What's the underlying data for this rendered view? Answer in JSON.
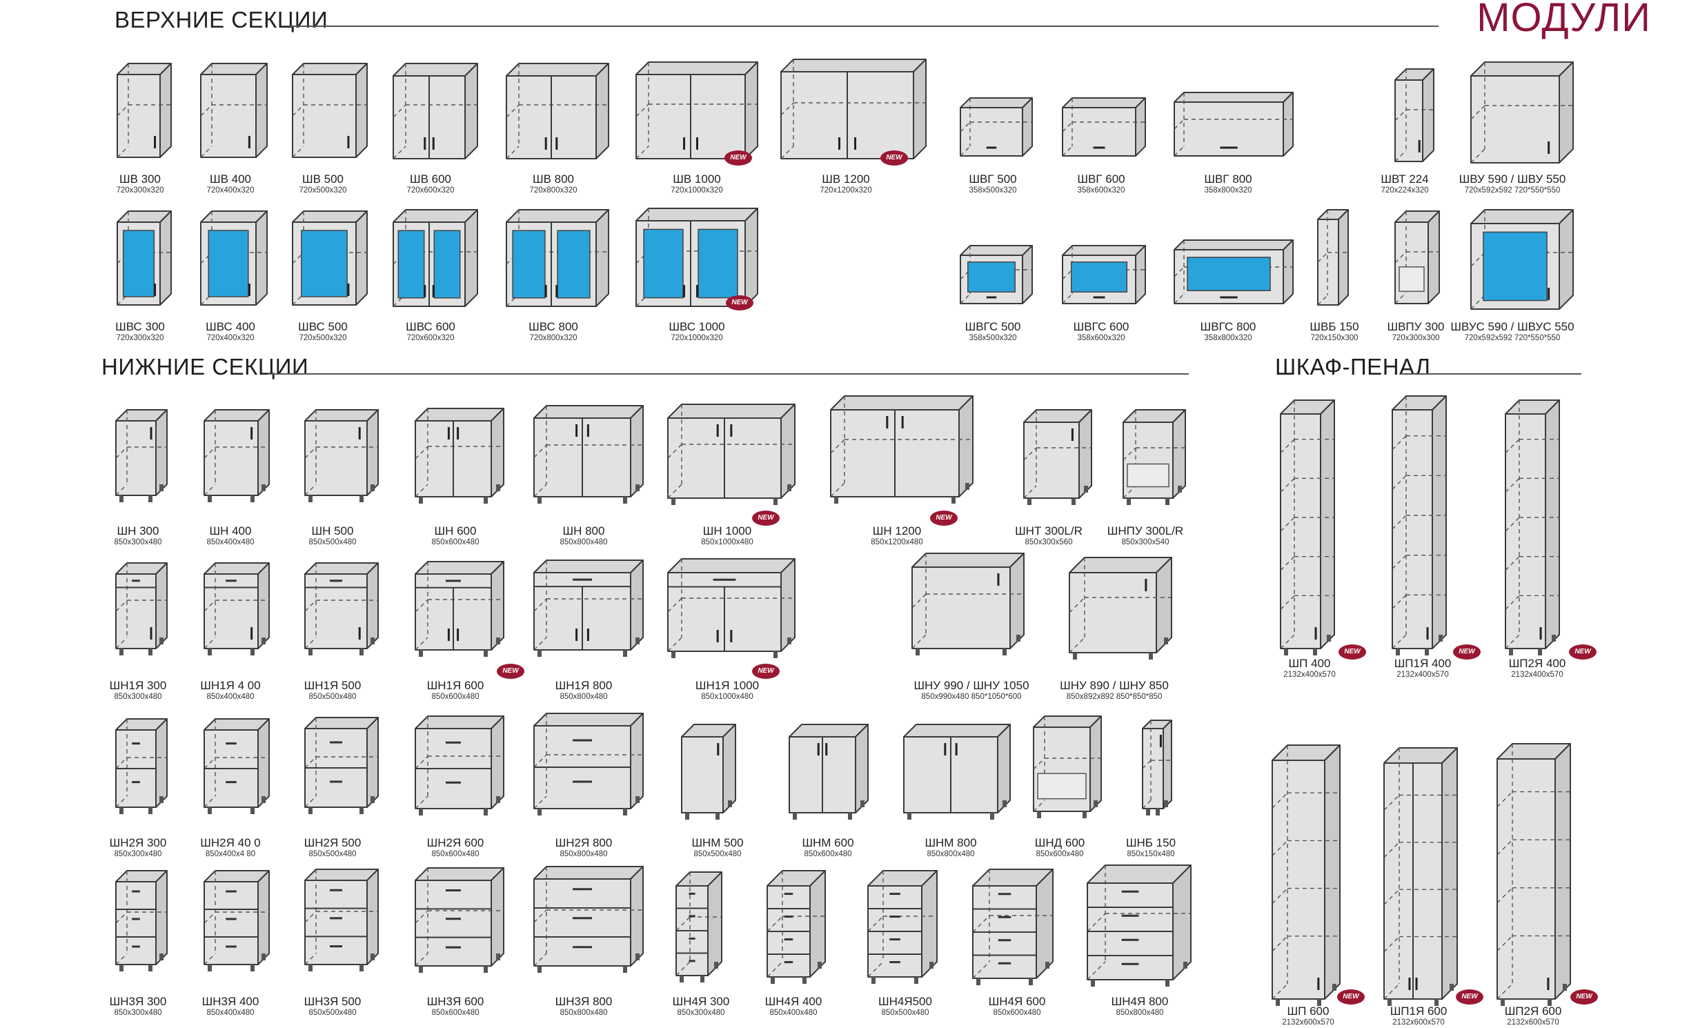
{
  "brand": "МОДУЛИ",
  "sections": {
    "upper": "ВЕРХНИЕ СЕКЦИИ",
    "lower": "НИЖНИЕ СЕКЦИИ",
    "tall": "ШКАФ-ПЕНАЛ"
  },
  "new_badge": "NEW",
  "colors": {
    "brand": "#8a1538",
    "badge": "#9b1832",
    "cabinet_side": "#c9c9c9",
    "cabinet_front": "#e2e2e2",
    "glass": "#29a3dc"
  },
  "items": [
    {
      "name": "ШВ 300",
      "dim": "720x300x320"
    },
    {
      "name": "ШВ 400",
      "dim": "720x400x320"
    },
    {
      "name": "ШВ 500",
      "dim": "720x500x320"
    },
    {
      "name": "ШВ 600",
      "dim": "720x600x320"
    },
    {
      "name": "ШВ 800",
      "dim": "720x800x320"
    },
    {
      "name": "ШВ 1000",
      "dim": "720x1000x320"
    },
    {
      "name": "ШВ 1200",
      "dim": "720x1200x320"
    },
    {
      "name": "ШВГ 500",
      "dim": "358x500x320"
    },
    {
      "name": "ШВГ 600",
      "dim": "358x600x320"
    },
    {
      "name": "ШВГ 800",
      "dim": "358x800x320"
    },
    {
      "name": "ШВТ 224",
      "dim": "720x224x320"
    },
    {
      "name": "ШВУ 590 / ШВУ 550",
      "dim": "720x592x592    720*550*550"
    },
    {
      "name": "ШВС 300",
      "dim": "720x300x320"
    },
    {
      "name": "ШВС 400",
      "dim": "720x400x320"
    },
    {
      "name": "ШВС 500",
      "dim": "720x500x320"
    },
    {
      "name": "ШВС 600",
      "dim": "720x600x320"
    },
    {
      "name": "ШВС 800",
      "dim": "720x800x320"
    },
    {
      "name": "ШВС 1000",
      "dim": "720x1000x320"
    },
    {
      "name": "ШВГС 500",
      "dim": "358x500x320"
    },
    {
      "name": "ШВГС 600",
      "dim": "358x600x320"
    },
    {
      "name": "ШВГС 800",
      "dim": "358x800x320"
    },
    {
      "name": "ШВБ 150",
      "dim": "720x150x300"
    },
    {
      "name": "ШВПУ 300",
      "dim": "720x300x300"
    },
    {
      "name": "ШВУС 590 / ШВУС 550",
      "dim": "720x592x592    720*550*550"
    },
    {
      "name": "ШН 300",
      "dim": "850x300x480"
    },
    {
      "name": "ШН 400",
      "dim": "850x400x480"
    },
    {
      "name": "ШН 500",
      "dim": "850x500x480"
    },
    {
      "name": "ШН 600",
      "dim": "850x600x480"
    },
    {
      "name": "ШН 800",
      "dim": "850x800x480"
    },
    {
      "name": "ШН 1000",
      "dim": "850x1000x480"
    },
    {
      "name": "ШН 1200",
      "dim": "850x1200x480"
    },
    {
      "name": "ШНТ 300L/R",
      "dim": "850x300x560"
    },
    {
      "name": "ШНПУ 300L/R",
      "dim": "850x300x540"
    },
    {
      "name": "ШН1Я 300",
      "dim": "850x300x480"
    },
    {
      "name": "ШН1Я 4 00",
      "dim": "850x400x480"
    },
    {
      "name": "ШН1Я 500",
      "dim": "850x500x480"
    },
    {
      "name": "ШН1Я 600",
      "dim": "850x600x480"
    },
    {
      "name": "ШН1Я 800",
      "dim": "850x800x480"
    },
    {
      "name": "ШН1Я 1000",
      "dim": "850x1000x480"
    },
    {
      "name": "ШНУ 990 / ШНУ 1050",
      "dim": "850x990x480   850*1050*600"
    },
    {
      "name": "ШНУ 890 / ШНУ 850",
      "dim": "850x892x892    850*850*850"
    },
    {
      "name": "ШН2Я 300",
      "dim": "850x300x480"
    },
    {
      "name": "ШН2Я 40 0",
      "dim": "850x400x4 80"
    },
    {
      "name": "ШН2Я 500",
      "dim": "850x500x480"
    },
    {
      "name": "ШН2Я 600",
      "dim": "850x600x480"
    },
    {
      "name": "ШН2Я 800",
      "dim": "850x800x480"
    },
    {
      "name": "ШНМ 500",
      "dim": "850x500x480"
    },
    {
      "name": "ШНМ 600",
      "dim": "850x600x480"
    },
    {
      "name": "ШНМ 800",
      "dim": "850x800x480"
    },
    {
      "name": "ШНД 600",
      "dim": "850x600x480"
    },
    {
      "name": "ШНБ 150",
      "dim": "850x150x480"
    },
    {
      "name": "ШН3Я 300",
      "dim": "850x300x480"
    },
    {
      "name": "ШН3Я 400",
      "dim": "850x400x480"
    },
    {
      "name": "ШН3Я 500",
      "dim": "850x500x480"
    },
    {
      "name": "ШН3Я 600",
      "dim": "850x600x480"
    },
    {
      "name": "ШН3Я 800",
      "dim": "850x800x480"
    },
    {
      "name": "ШН4Я 300",
      "dim": "850x300x480"
    },
    {
      "name": "ШН4Я 400",
      "dim": "850x400x480"
    },
    {
      "name": "ШН4Я500",
      "dim": "850x500x480"
    },
    {
      "name": "ШН4Я 600",
      "dim": "850x600x480"
    },
    {
      "name": "ШН4Я 800",
      "dim": "850x800x480"
    },
    {
      "name": "ШП 400",
      "dim": "2132x400x570"
    },
    {
      "name": "ШП1Я 400",
      "dim": "2132x400x570"
    },
    {
      "name": "ШП2Я 400",
      "dim": "2132x400x570"
    },
    {
      "name": "ШП 600",
      "dim": "2132x600x570"
    },
    {
      "name": "ШП1Я 600",
      "dim": "2132x600x570"
    },
    {
      "name": "ШП2Я 600",
      "dim": "2132x600x570"
    }
  ]
}
